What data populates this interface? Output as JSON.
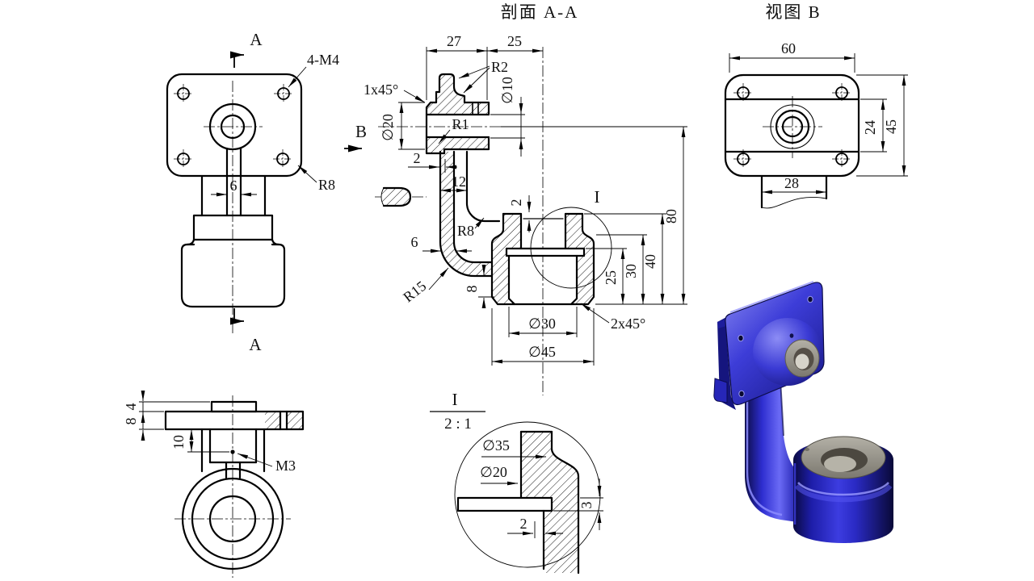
{
  "titles": {
    "section_aa": "剖面 A-A",
    "view_b": "视图 B"
  },
  "front_view": {
    "section_label_top": "A",
    "section_label_bottom": "A",
    "holes": "4-M4",
    "fillet": "R8",
    "slot_width": "6"
  },
  "section_view": {
    "view_arrow": "B",
    "detail_mark": "I",
    "dims": {
      "w27": "27",
      "w25": "25",
      "r2": "R2",
      "d10": "∅10",
      "c1": "1x45°",
      "d20": "∅20",
      "r1": "R1",
      "t2": "2",
      "w12": "12",
      "r8": "R8",
      "t6": "6",
      "r15": "R15",
      "t8": "8",
      "rec2": "2",
      "h25": "25",
      "h30": "30",
      "h40": "40",
      "h80": "80",
      "d30": "∅30",
      "c2": "2x45°",
      "d45": "∅45"
    }
  },
  "view_b": {
    "dims": {
      "w60": "60",
      "h24": "24",
      "h45": "45",
      "w28": "28"
    }
  },
  "bottom_view": {
    "dims": {
      "t4": "4",
      "t8": "8",
      "off10": "10",
      "thread": "M3"
    }
  },
  "detail_view": {
    "mark": "I",
    "scale": "2 : 1",
    "dims": {
      "d35": "∅35",
      "d20": "∅20",
      "t3": "3",
      "t2": "2"
    }
  },
  "render_3d": {
    "part_color": "#2a2ac8",
    "metal_color": "#a9a69c"
  }
}
